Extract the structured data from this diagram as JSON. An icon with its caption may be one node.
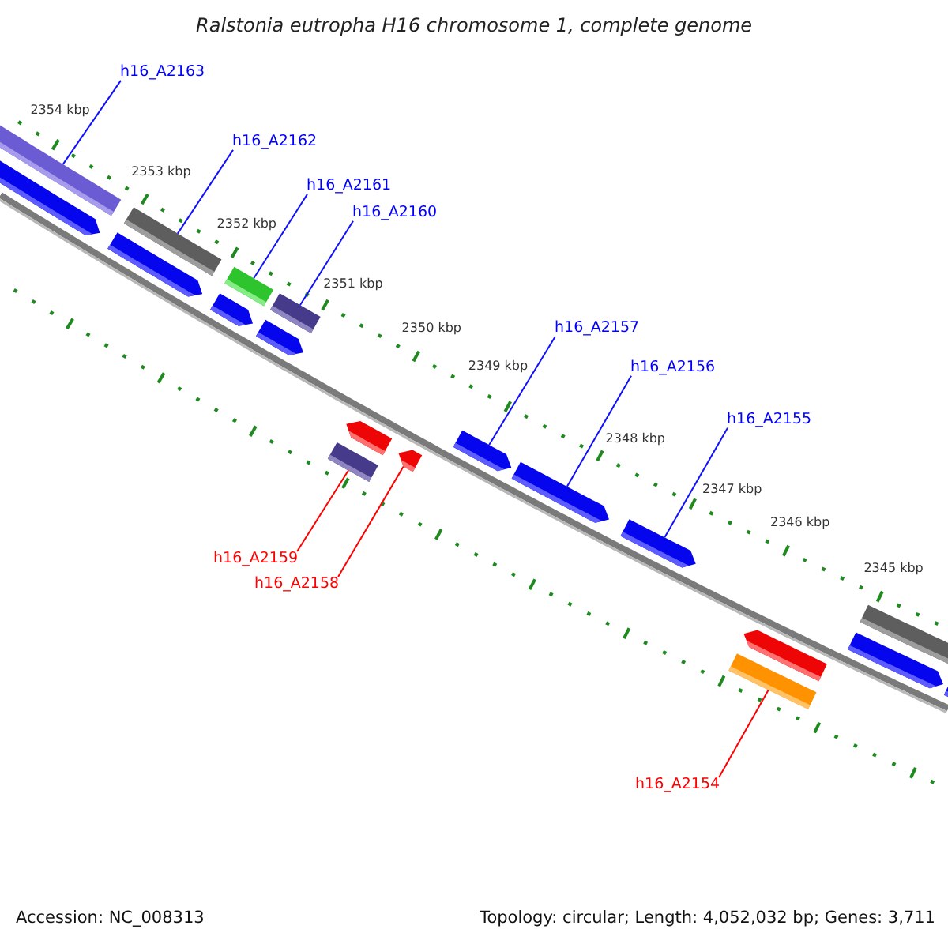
{
  "diagram": {
    "title": "Ralstonia eutropha H16 chromosome 1, complete genome",
    "nodes": [
      {
        "text": [
          "h16_A2163"
        ]
      },
      {
        "text": [
          "h16_A2162"
        ]
      },
      {
        "text": [
          "h16_A2161"
        ]
      },
      {
        "text": [
          "h16_A2160"
        ]
      },
      {
        "text": [
          "h16_A2157"
        ]
      },
      {
        "text": [
          "h16_A2156"
        ]
      },
      {
        "text": [
          "h16_A2155"
        ]
      },
      {
        "text": [
          "h16_A2159"
        ]
      },
      {
        "text": [
          "h16_A2158"
        ]
      },
      {
        "text": [
          "h16_A2154"
        ]
      },
      {
        "text": [],
        "shape": "bar"
      },
      {
        "text": [],
        "shape": "pentagon"
      },
      {
        "text": [],
        "shape": "bar"
      },
      {
        "text": [],
        "shape": "pentagon"
      },
      {
        "text": [],
        "shape": "bar"
      },
      {
        "text": [],
        "shape": "pentagon"
      },
      {
        "text": [],
        "shape": "bar"
      },
      {
        "text": [],
        "shape": "pentagon"
      },
      {
        "text": [],
        "shape": "bar"
      },
      {
        "text": [],
        "shape": "pentagon"
      },
      {
        "text": [],
        "shape": "pentagon"
      },
      {
        "text": [],
        "shape": "pentagon"
      },
      {
        "text": [],
        "shape": "pentagon"
      },
      {
        "text": [],
        "shape": "pentagon"
      },
      {
        "text": [],
        "shape": "bar"
      },
      {
        "text": [],
        "shape": "pentagon"
      },
      {
        "text": [],
        "shape": "bar"
      },
      {
        "text": [],
        "shape": "pentagon"
      },
      {
        "text": [],
        "shape": "pentagon"
      }
    ],
    "edges": [
      {
        "from": 0,
        "to": 10,
        "arrow": "none"
      },
      {
        "from": 1,
        "to": 12,
        "arrow": "none"
      },
      {
        "from": 2,
        "to": 14,
        "arrow": "none"
      },
      {
        "from": 3,
        "to": 16,
        "arrow": "none"
      },
      {
        "from": 4,
        "to": 21,
        "arrow": "none"
      },
      {
        "from": 5,
        "to": 22,
        "arrow": "none"
      },
      {
        "from": 6,
        "to": 23,
        "arrow": "none"
      },
      {
        "from": 7,
        "to": 18,
        "arrow": "none",
        "color": "#ff0000"
      },
      {
        "from": 8,
        "to": 20,
        "arrow": "none",
        "color": "#ff0000"
      },
      {
        "from": 9,
        "to": 24,
        "arrow": "none",
        "color": "#ff0000"
      }
    ],
    "labels": [
      "2354 kbp",
      "2353 kbp",
      "2352 kbp",
      "2351 kbp",
      "2350 kbp",
      "2349 kbp",
      "2348 kbp",
      "2347 kbp",
      "2346 kbp",
      "2345 kbp",
      "Accession: NC_008313",
      "Topology: circular; Length: 4,052,032 bp; Genes: 3,711"
    ]
  }
}
